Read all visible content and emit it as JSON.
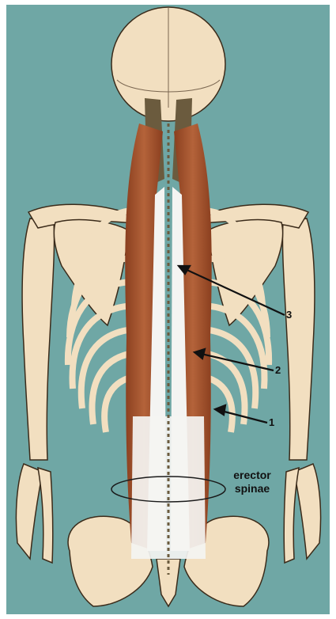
{
  "figure": {
    "background_color": "#6fa7a5",
    "bone_color": "#f2dfc0",
    "muscle_color": "#a9552d",
    "tendon_color": "#f4f4f2",
    "labels": {
      "number_1": "1",
      "number_2": "2",
      "number_3": "3",
      "term_line1": "erector",
      "term_line2": "spinae"
    }
  }
}
